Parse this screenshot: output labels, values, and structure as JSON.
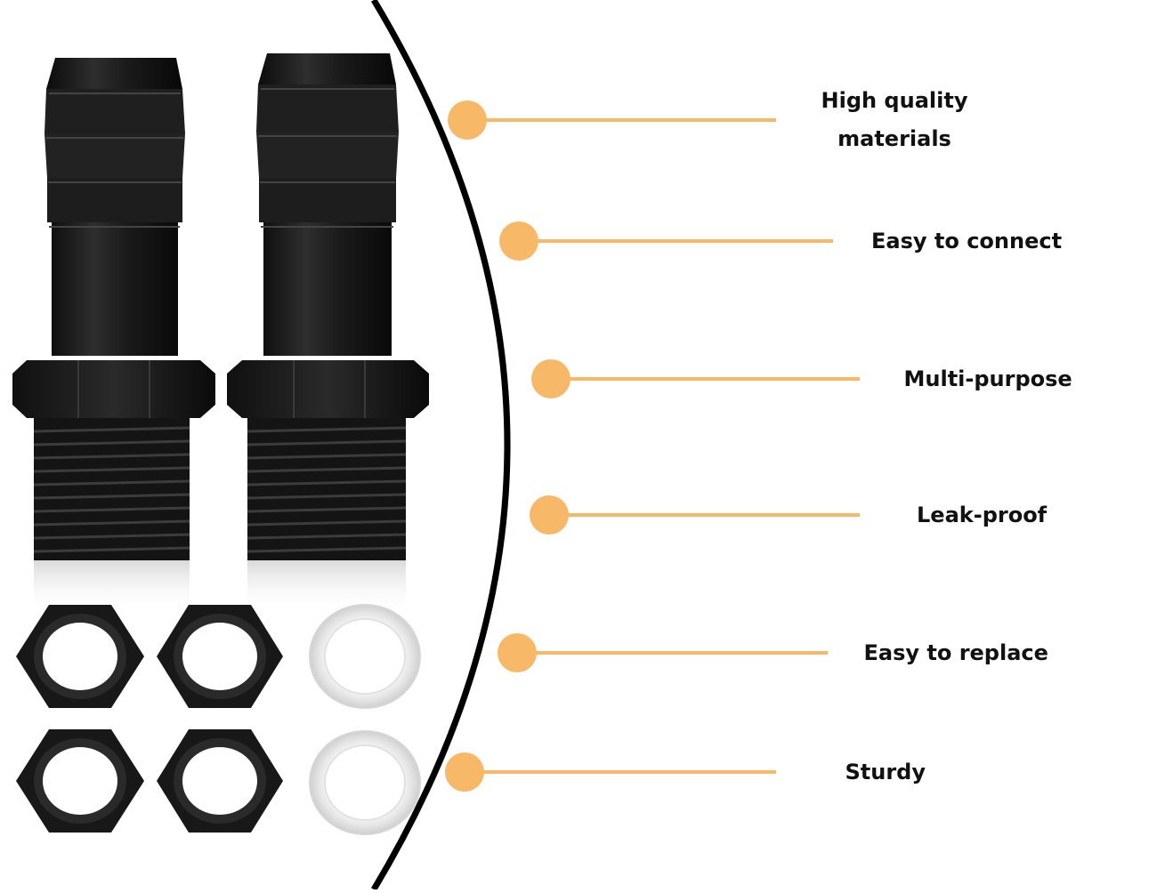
{
  "colors": {
    "background": "#ffffff",
    "accent": "#f7b968",
    "arc": "#000000",
    "product": "#1a1a1a",
    "washer": "#eeeeee",
    "text": "#111111"
  },
  "product": {
    "fittings_count": 2,
    "hex_nuts_count": 4,
    "washers_count": 2
  },
  "features": [
    {
      "lines": [
        "High quality",
        "materials"
      ]
    },
    {
      "lines": [
        "Easy to connect"
      ]
    },
    {
      "lines": [
        "Multi-purpose"
      ]
    },
    {
      "lines": [
        "Leak-proof"
      ]
    },
    {
      "lines": [
        "Easy to replace"
      ]
    },
    {
      "lines": [
        "Sturdy"
      ]
    }
  ]
}
